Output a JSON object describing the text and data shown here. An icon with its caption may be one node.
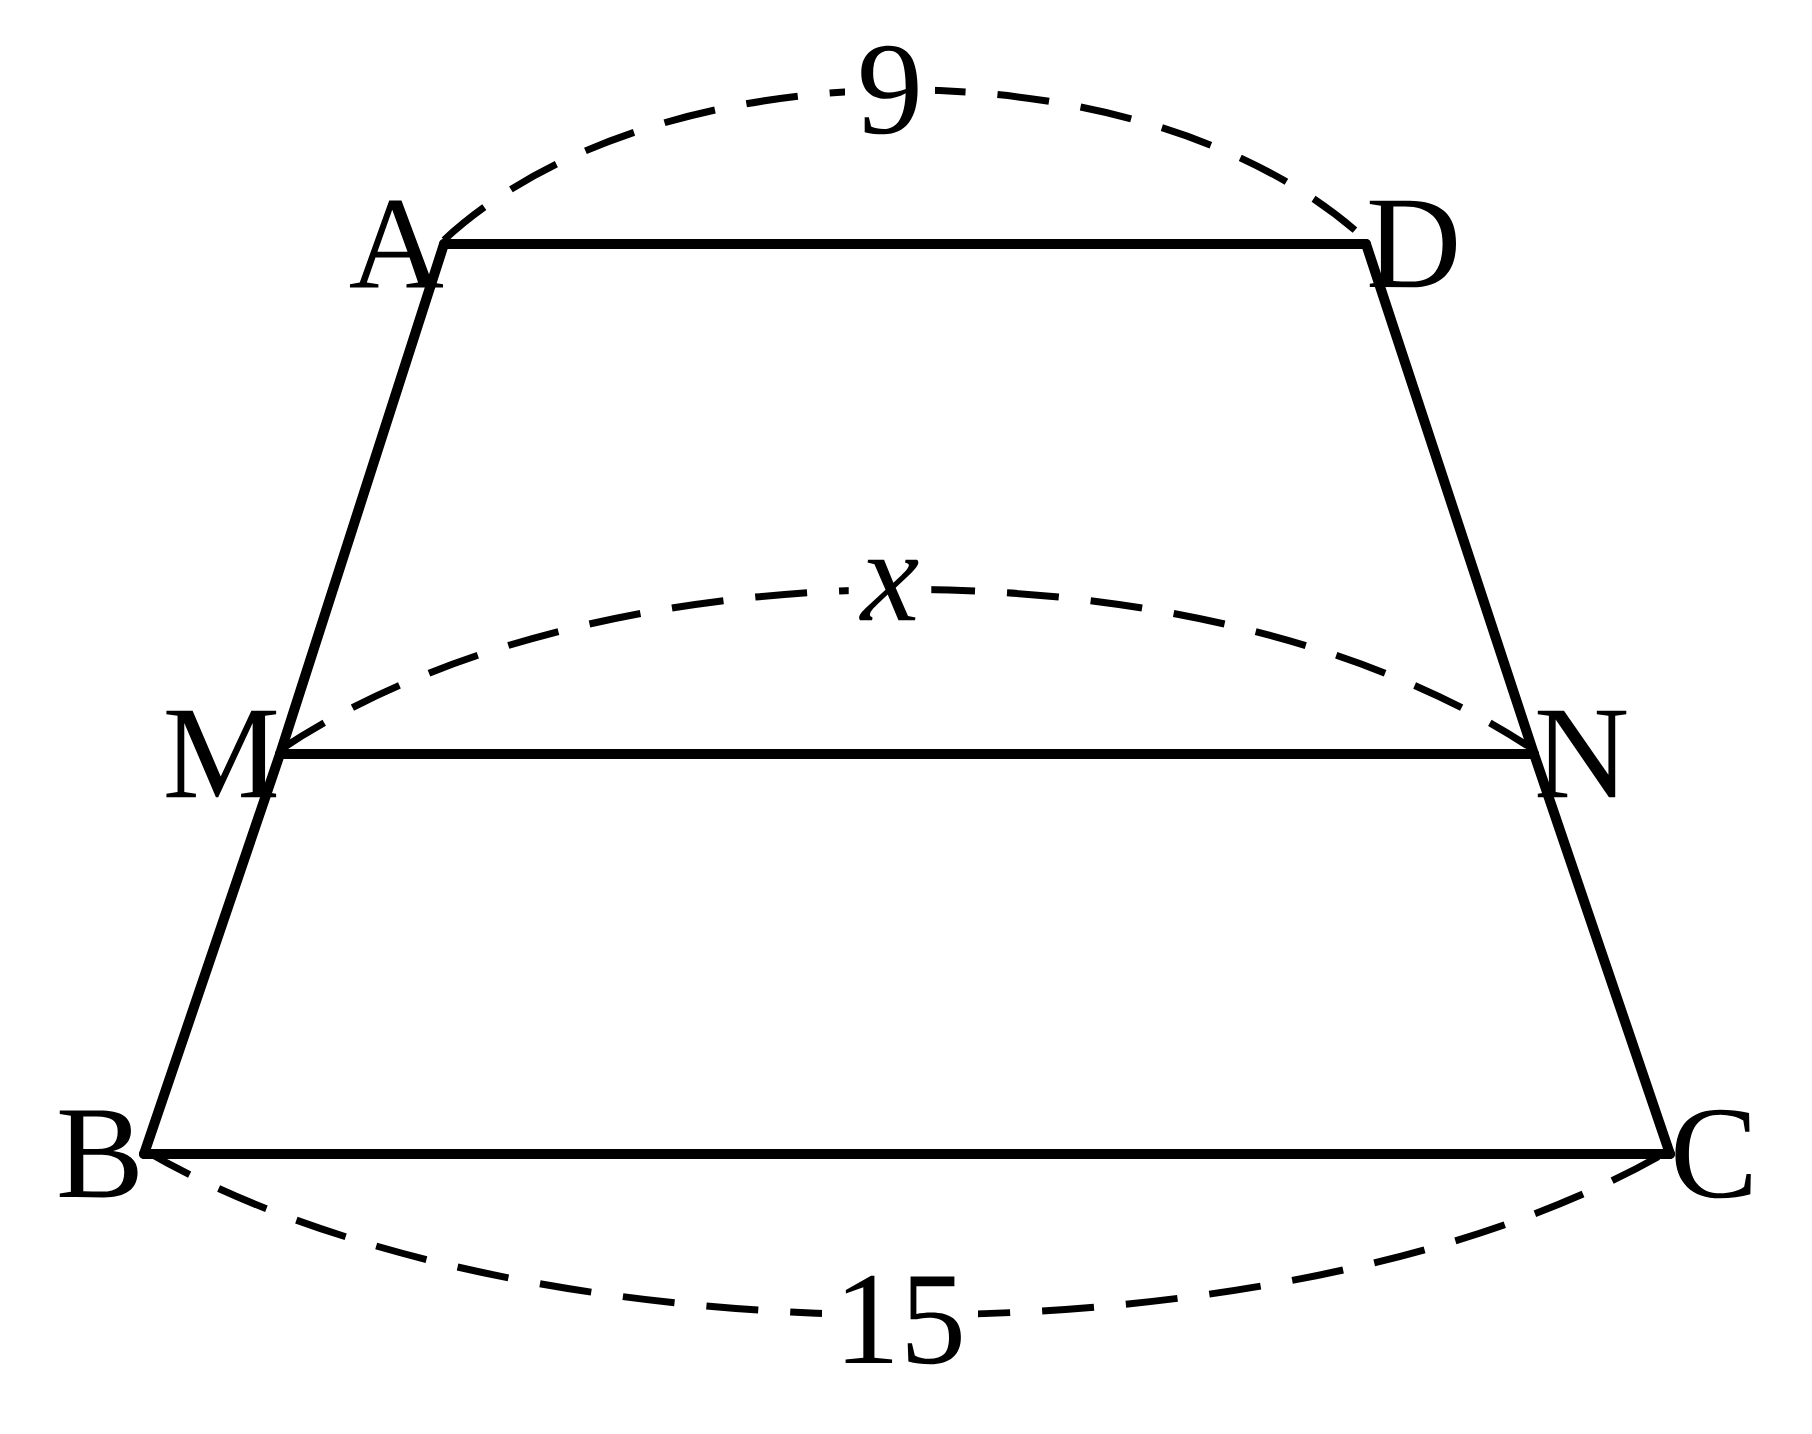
{
  "diagram": {
    "nodes": [
      {
        "text": [
          "A"
        ]
      },
      {
        "text": [
          "D"
        ]
      },
      {
        "text": [
          "M"
        ]
      },
      {
        "text": [
          "N"
        ]
      },
      {
        "text": [
          "B"
        ]
      },
      {
        "text": [
          "C"
        ]
      }
    ],
    "edges": [
      {
        "from": 0,
        "to": 1,
        "arrow": "none"
      },
      {
        "from": 0,
        "to": 2,
        "arrow": "none"
      },
      {
        "from": 1,
        "to": 3,
        "arrow": "none"
      },
      {
        "from": 2,
        "to": 3,
        "arrow": "none"
      },
      {
        "from": 2,
        "to": 4,
        "arrow": "none"
      },
      {
        "from": 3,
        "to": 5,
        "arrow": "none"
      },
      {
        "from": 4,
        "to": 5,
        "arrow": "none"
      }
    ],
    "labels": [
      "9",
      "x",
      "15"
    ]
  }
}
